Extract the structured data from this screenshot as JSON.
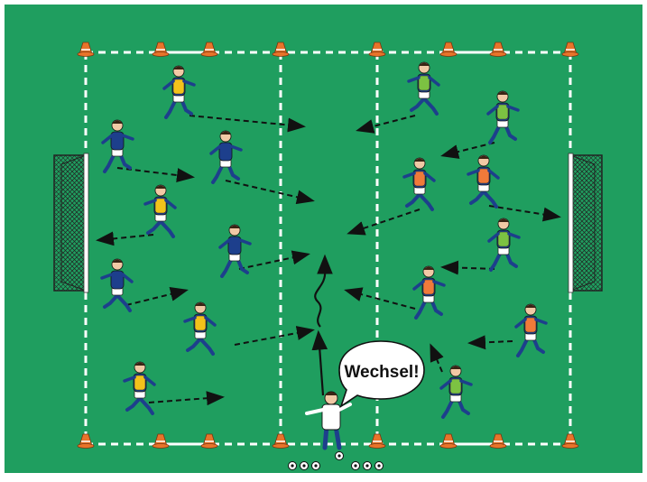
{
  "colors": {
    "pitch": "#1f9e5f",
    "pitch_border": "#ffffff",
    "line": "#ffffff",
    "cone": "#e8742a",
    "arrow": "#111111",
    "team_blue": "#1d3f8c",
    "bib_yellow": "#f2c21b",
    "bib_orange": "#f07a3a",
    "bib_green": "#7cc242",
    "coach_shirt": "#ffffff",
    "goal_net": "#222222"
  },
  "callout": {
    "text": "Wechsel!"
  },
  "icons": {
    "ball": "soccer-ball-icon",
    "cone": "cone-icon",
    "goal": "goal-icon",
    "player": "player-icon",
    "coach": "coach-icon"
  },
  "balls_left_count": 3,
  "balls_right_count": 3
}
